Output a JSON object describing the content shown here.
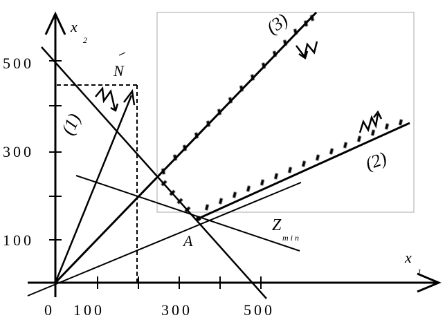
{
  "axes": {
    "x_label": "x",
    "x_sub": "1",
    "y_label": "x",
    "y_sub": "2"
  },
  "x_ticks": {
    "origin": "0",
    "t100": "100",
    "t300": "300",
    "t500": "500"
  },
  "y_ticks": {
    "t100": "100",
    "t300": "300",
    "t500": "500"
  },
  "labels": {
    "line1": "(1)",
    "line2": "(2)",
    "line3": "(3)",
    "point_a": "A",
    "vector_n": "N",
    "zmin_main": "Z",
    "zmin_sub": "min"
  },
  "colors": {
    "ink": "#000000",
    "region_border": "#a9a9a9",
    "background": "#ffffff"
  }
}
